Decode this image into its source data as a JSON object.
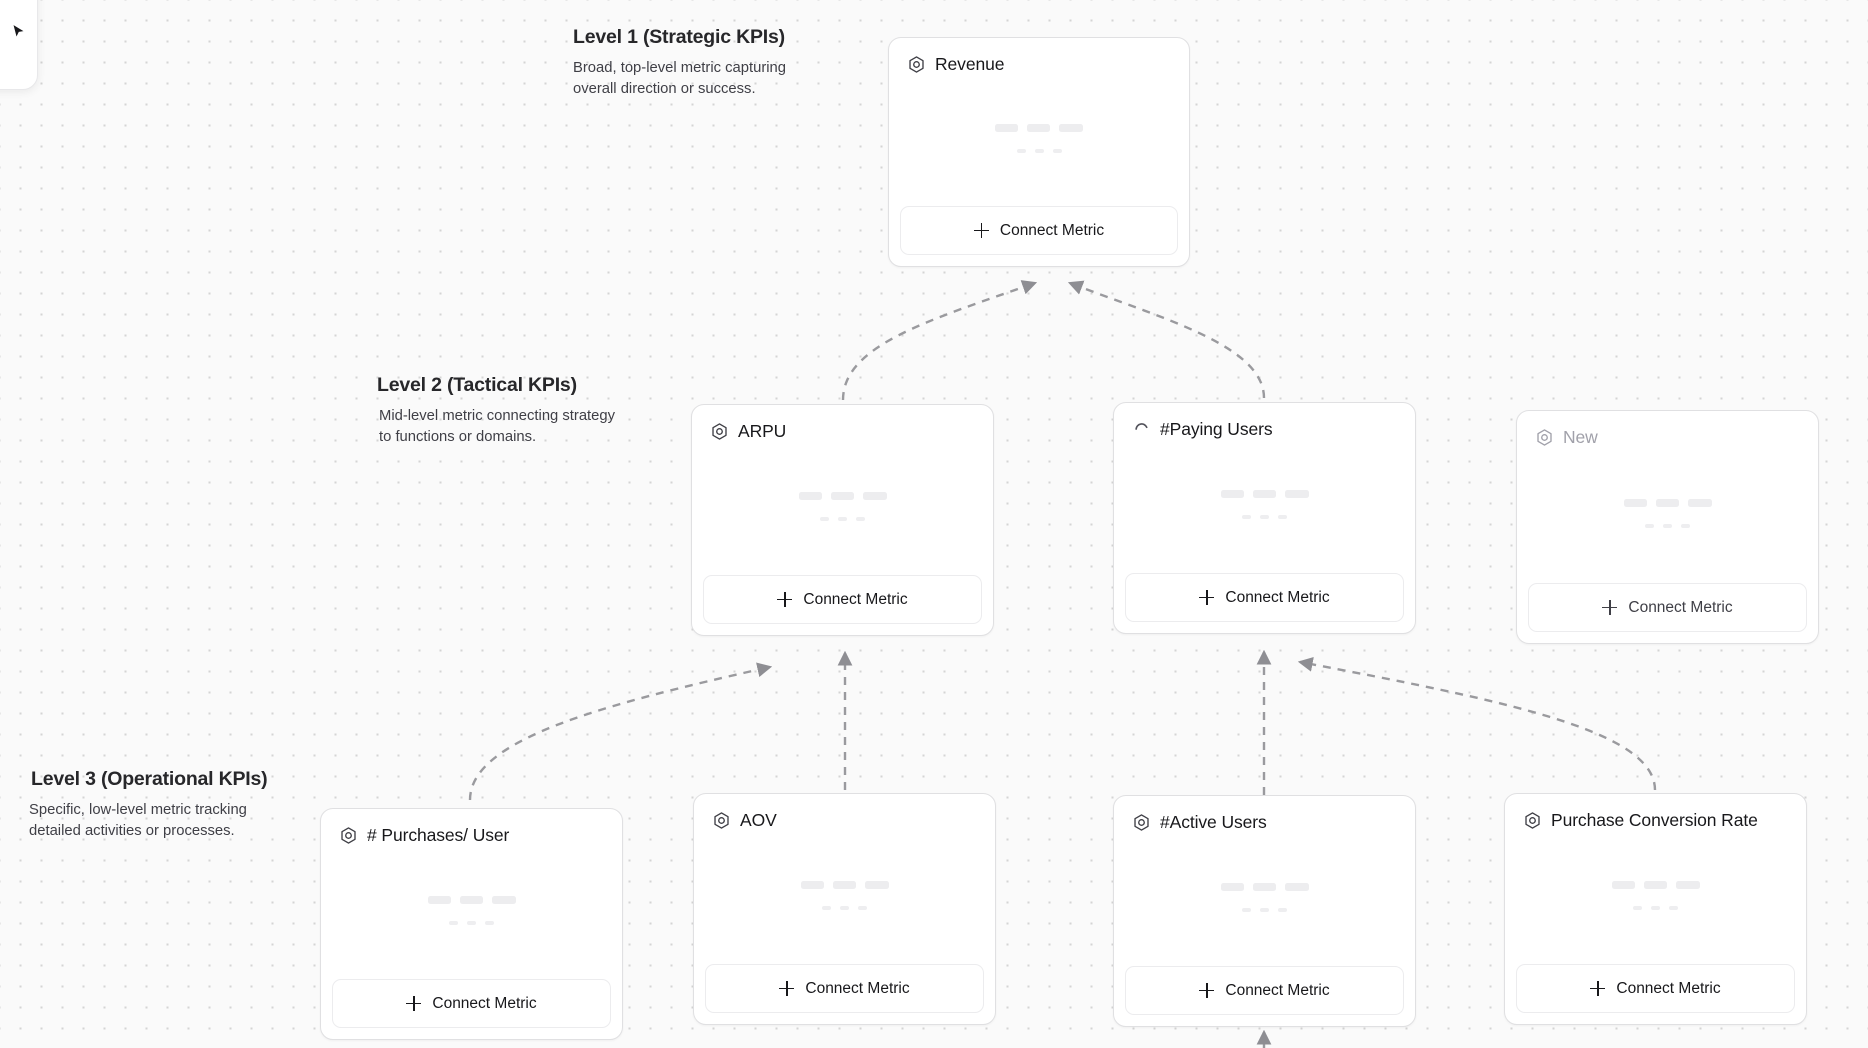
{
  "canvas": {
    "background_color": "#fafafa",
    "dot_color": "#d4d4d4",
    "edge_color": "#9a9a9e"
  },
  "corner_panel": {
    "icon": "cursor-pointer-icon"
  },
  "levels": [
    {
      "id": "level-1",
      "title": "Level 1 (Strategic KPIs)",
      "description": "Broad, top-level metric capturing overall direction or success."
    },
    {
      "id": "level-2",
      "title": "Level 2 (Tactical KPIs)",
      "description": "Mid-level metric connecting strategy to functions or domains."
    },
    {
      "id": "level-3",
      "title": "Level 3 (Operational KPIs)",
      "description": "Specific, low-level metric tracking detailed activities or processes."
    }
  ],
  "connect_metric_label": "Connect Metric",
  "cards": [
    {
      "id": "revenue",
      "title": "Revenue",
      "icon": "hexagon-metric-icon",
      "level": 1,
      "state": "active",
      "connect_label": "Connect Metric"
    },
    {
      "id": "arpu",
      "title": "ARPU",
      "icon": "hexagon-metric-icon",
      "level": 2,
      "state": "active",
      "connect_label": "Connect Metric"
    },
    {
      "id": "paying-users",
      "title": "#Paying Users",
      "icon": "loading-spinner-icon",
      "level": 2,
      "state": "loading",
      "connect_label": "Connect Metric"
    },
    {
      "id": "new",
      "title": "New",
      "icon": "hexagon-metric-icon",
      "level": 2,
      "state": "muted",
      "connect_label": "Connect Metric"
    },
    {
      "id": "purchases-per-user",
      "title": "# Purchases/ User",
      "icon": "hexagon-metric-icon",
      "level": 3,
      "state": "active",
      "connect_label": "Connect Metric"
    },
    {
      "id": "aov",
      "title": "AOV",
      "icon": "hexagon-metric-icon",
      "level": 3,
      "state": "active",
      "connect_label": "Connect Metric"
    },
    {
      "id": "active-users",
      "title": "#Active Users",
      "icon": "hexagon-metric-icon",
      "level": 3,
      "state": "active",
      "connect_label": "Connect Metric"
    },
    {
      "id": "purchase-conversion-rate",
      "title": "Purchase Conversion Rate",
      "icon": "hexagon-metric-icon",
      "level": 3,
      "state": "active",
      "connect_label": "Connect Metric"
    }
  ],
  "edges": [
    {
      "from": "arpu",
      "to": "revenue"
    },
    {
      "from": "paying-users",
      "to": "revenue"
    },
    {
      "from": "purchases-per-user",
      "to": "arpu"
    },
    {
      "from": "aov",
      "to": "arpu"
    },
    {
      "from": "active-users",
      "to": "paying-users"
    },
    {
      "from": "purchase-conversion-rate",
      "to": "paying-users"
    }
  ]
}
